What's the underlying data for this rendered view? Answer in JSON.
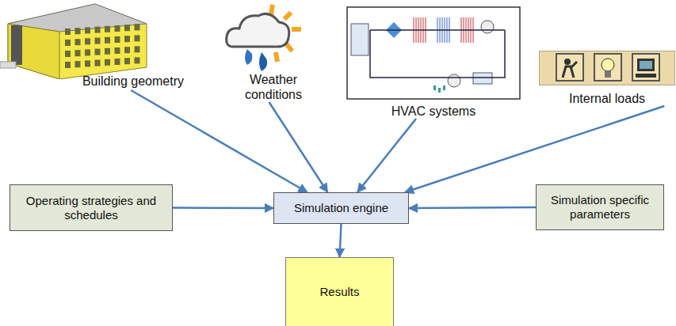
{
  "diagram": {
    "nodes": [
      {
        "text": [
          "Building geometry"
        ]
      },
      {
        "text": [
          "Weather conditions"
        ]
      },
      {
        "text": [
          "HVAC systems"
        ]
      },
      {
        "text": [
          "Internal loads"
        ]
      },
      {
        "text": [
          "Operating strategies and schedules"
        ]
      },
      {
        "text": [
          "Simulation engine"
        ]
      },
      {
        "text": [
          "Simulation specific parameters"
        ]
      },
      {
        "text": [
          "Results"
        ]
      }
    ],
    "edges": [
      {
        "from": 0,
        "to": 5,
        "arrow": "to"
      },
      {
        "from": 1,
        "to": 5,
        "arrow": "to"
      },
      {
        "from": 2,
        "to": 5,
        "arrow": "to"
      },
      {
        "from": 3,
        "to": 5,
        "arrow": "to"
      },
      {
        "from": 4,
        "to": 5,
        "arrow": "to"
      },
      {
        "from": 6,
        "to": 5,
        "arrow": "to"
      },
      {
        "from": 5,
        "to": 7,
        "arrow": "to"
      }
    ]
  }
}
